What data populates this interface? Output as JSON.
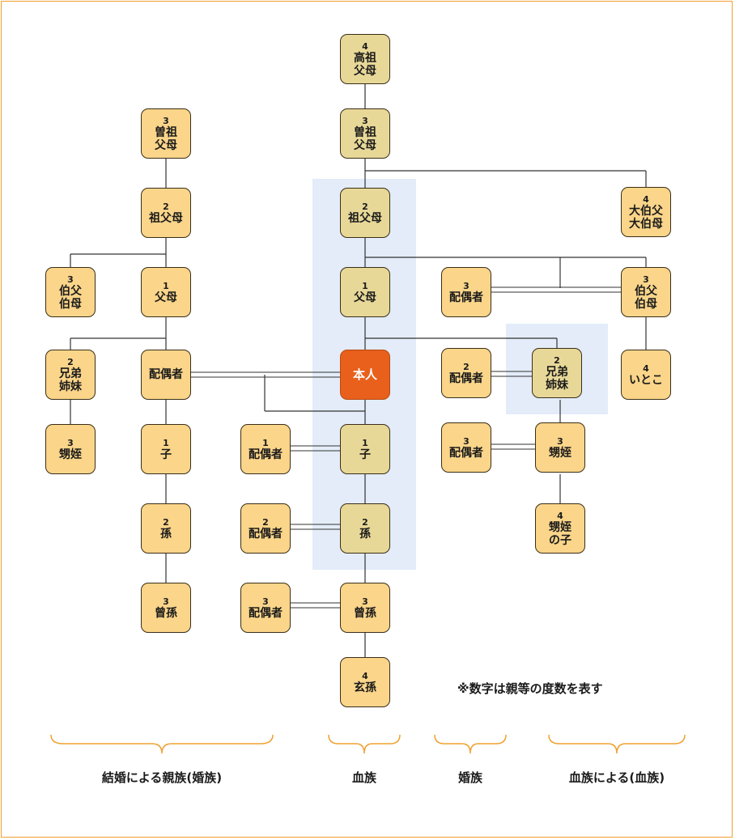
{
  "nodes": [
    {
      "id": "great-great-grandparents",
      "degree": "4",
      "label": "高祖\n父母",
      "kind": "blood"
    },
    {
      "id": "great-grandparents-blood",
      "degree": "3",
      "label": "曽祖\n父母",
      "kind": "blood"
    },
    {
      "id": "grandparents-blood",
      "degree": "2",
      "label": "祖父母",
      "kind": "blood"
    },
    {
      "id": "parents-blood",
      "degree": "1",
      "label": "父母",
      "kind": "blood"
    },
    {
      "id": "self",
      "degree": "",
      "label": "本人",
      "kind": "self"
    },
    {
      "id": "child-blood",
      "degree": "1",
      "label": "子",
      "kind": "blood"
    },
    {
      "id": "grandchild-blood",
      "degree": "2",
      "label": "孫",
      "kind": "blood"
    },
    {
      "id": "great-grandchild-blood",
      "degree": "3",
      "label": "曾孫",
      "kind": "blood"
    },
    {
      "id": "great-great-grandchild",
      "degree": "4",
      "label": "玄孫",
      "kind": "blood"
    },
    {
      "id": "great-grandparents-inlaw",
      "degree": "3",
      "label": "曽祖\n父母",
      "kind": "normal"
    },
    {
      "id": "grandparents-inlaw",
      "degree": "2",
      "label": "祖父母",
      "kind": "normal"
    },
    {
      "id": "uncle-aunt-inlaw",
      "degree": "3",
      "label": "伯父\n伯母",
      "kind": "normal"
    },
    {
      "id": "parents-inlaw",
      "degree": "1",
      "label": "父母",
      "kind": "normal"
    },
    {
      "id": "siblings-inlaw",
      "degree": "2",
      "label": "兄弟\n姉妹",
      "kind": "normal"
    },
    {
      "id": "spouse",
      "degree": "",
      "label": "配偶者",
      "kind": "normal"
    },
    {
      "id": "nephew-niece-inlaw",
      "degree": "3",
      "label": "甥姪",
      "kind": "normal"
    },
    {
      "id": "spouse-child",
      "degree": "1",
      "label": "子",
      "kind": "normal"
    },
    {
      "id": "spouse-grandchild",
      "degree": "2",
      "label": "孫",
      "kind": "normal"
    },
    {
      "id": "spouse-great-grandchild",
      "degree": "3",
      "label": "曾孫",
      "kind": "normal"
    },
    {
      "id": "child-spouse",
      "degree": "1",
      "label": "配偶者",
      "kind": "normal"
    },
    {
      "id": "grandchild-spouse",
      "degree": "2",
      "label": "配偶者",
      "kind": "normal"
    },
    {
      "id": "great-grandchild-spouse",
      "degree": "3",
      "label": "配偶者",
      "kind": "normal"
    },
    {
      "id": "grand-uncle-aunt",
      "degree": "4",
      "label": "大伯父\n大伯母",
      "kind": "normal"
    },
    {
      "id": "uncle-aunt-spouse",
      "degree": "3",
      "label": "配偶者",
      "kind": "normal"
    },
    {
      "id": "uncle-aunt",
      "degree": "3",
      "label": "伯父\n伯母",
      "kind": "normal"
    },
    {
      "id": "sibling-spouse",
      "degree": "2",
      "label": "配偶者",
      "kind": "normal"
    },
    {
      "id": "siblings",
      "degree": "2",
      "label": "兄弟\n姉妹",
      "kind": "blood"
    },
    {
      "id": "cousin",
      "degree": "4",
      "label": "いとこ",
      "kind": "normal"
    },
    {
      "id": "nephew-niece-spouse",
      "degree": "3",
      "label": "配偶者",
      "kind": "normal"
    },
    {
      "id": "nephew-niece",
      "degree": "3",
      "label": "甥姪",
      "kind": "normal"
    },
    {
      "id": "grandnephew-niece",
      "degree": "4",
      "label": "甥姪\nの子",
      "kind": "normal"
    }
  ],
  "note": "※数字は親等の度数を表す",
  "groups": [
    {
      "id": "inlaw-by-marriage",
      "label": "結婚による親族(婚族)"
    },
    {
      "id": "blood-relatives",
      "label": "血族"
    },
    {
      "id": "marriage-relatives",
      "label": "婚族"
    },
    {
      "id": "blood-by-blood",
      "label": "血族による(血族)"
    }
  ],
  "colors": {
    "node_fill": "#fad58a",
    "blood_fill": "#e8d898",
    "self_fill": "#e8601c",
    "highlight": "#e3ecf8",
    "brace": "#f0a030",
    "border": "#f0a030"
  }
}
